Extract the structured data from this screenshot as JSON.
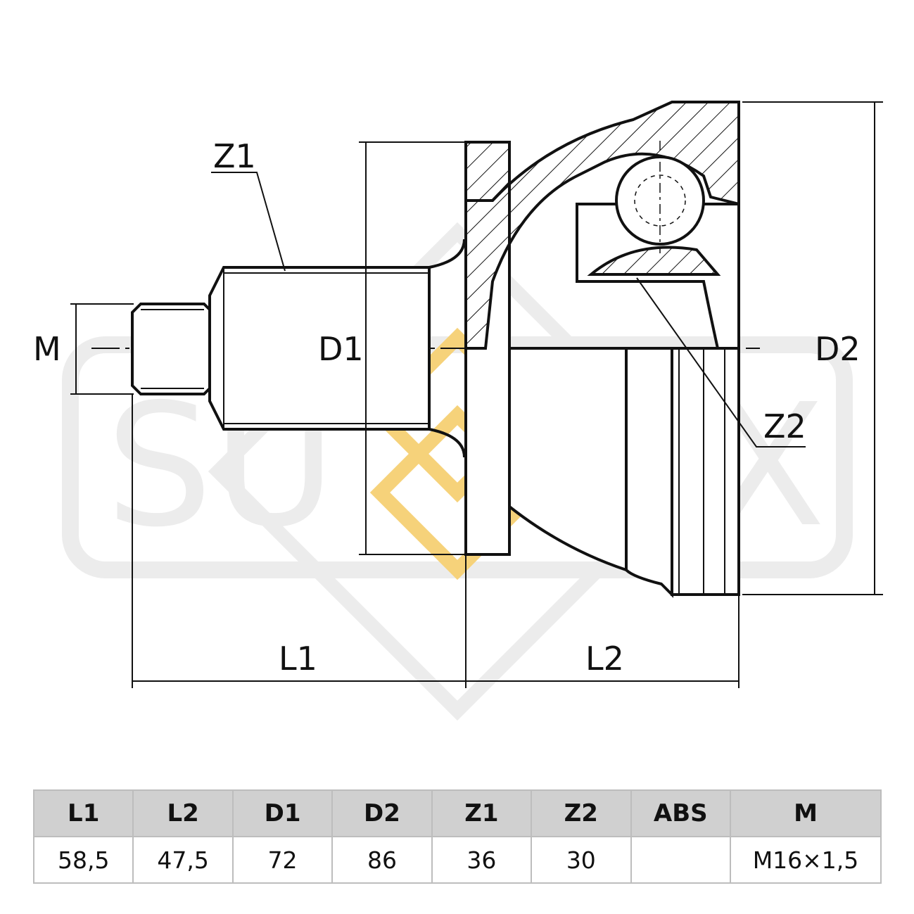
{
  "watermark": {
    "left_text": "SU",
    "right_text": "FIX",
    "accent_color": "#f6d27a",
    "grey_color": "#ececec"
  },
  "drawing": {
    "labels": {
      "z1": "Z1",
      "z2": "Z2",
      "d1": "D1",
      "d2": "D2",
      "m": "M",
      "l1": "L1",
      "l2": "L2"
    }
  },
  "spec_table": {
    "headers": [
      "L1",
      "L2",
      "D1",
      "D2",
      "Z1",
      "Z2",
      "ABS",
      "M"
    ],
    "values": [
      "58,5",
      "47,5",
      "72",
      "86",
      "36",
      "30",
      "",
      "M16×1,5"
    ]
  }
}
